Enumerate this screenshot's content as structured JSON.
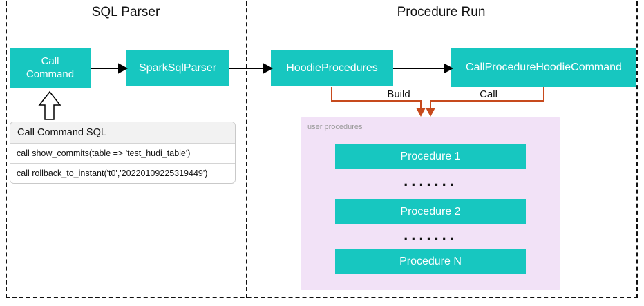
{
  "colors": {
    "node_teal": "#17C7C0",
    "procedures_panel_lavender": "#F2E2F7",
    "orange_edge": "#C74A1D",
    "black_edge": "#000000"
  },
  "sections": {
    "sql_parser": {
      "title": "SQL Parser",
      "nodes": {
        "call_command": "Call\nCommand",
        "spark_sql_parser": "SparkSqlParser"
      },
      "sql_panel": {
        "header": "Call Command SQL",
        "rows": [
          "call show_commits(table => 'test_hudi_table')",
          "call rollback_to_instant('t0','20220109225319449')"
        ]
      }
    },
    "procedure_run": {
      "title": "Procedure Run",
      "nodes": {
        "hoodie_procedures": "HoodieProcedures",
        "call_procedure_hoodie_command": "CallProcedureHoodieCommand"
      },
      "edges": {
        "build_label": "Build",
        "call_label": "Call"
      },
      "user_procedures": {
        "label": "user procedures",
        "procedures": [
          "Procedure 1",
          "Procedure 2",
          "Procedure N"
        ],
        "dots_row": "......."
      }
    }
  }
}
